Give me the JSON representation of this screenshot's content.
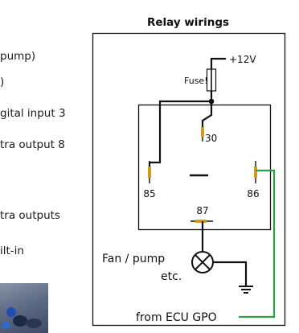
{
  "left_column": {
    "lines": [
      "pump)",
      ")",
      "gital input 3",
      "tra output 8",
      "tra outputs",
      "ilt-in"
    ]
  },
  "diagram": {
    "title": "Relay wirings",
    "supply_label": "+12V",
    "fuse_label": "Fuse!",
    "pins": {
      "p30": "30",
      "p85": "85",
      "p86": "86",
      "p87": "87"
    },
    "load_label_line1": "Fan / pump",
    "load_label_line2": "etc.",
    "gpo_label": "from ECU GPO",
    "colors": {
      "wire": "#111111",
      "signal_wire": "#2e9e4a",
      "pin": "#d49a1c"
    }
  }
}
